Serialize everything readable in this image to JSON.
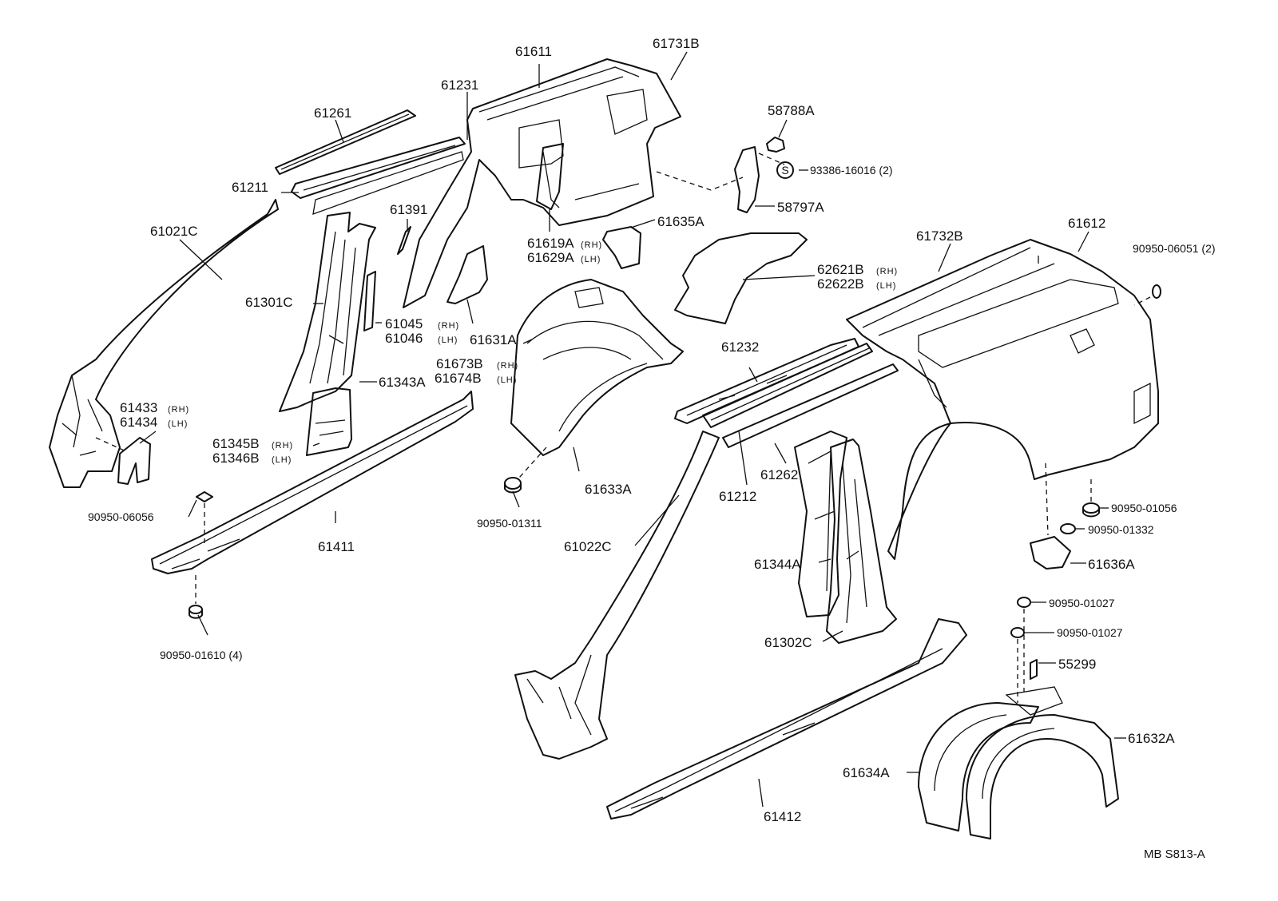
{
  "diagram_code": "MB  S813-A",
  "screw_symbol": "S",
  "labels": {
    "p61611": "61611",
    "p61731B": "61731B",
    "p61231": "61231",
    "p61261": "61261",
    "p61211": "61211",
    "p61021C": "61021C",
    "p61391": "61391",
    "p61301C": "61301C",
    "p61045": "61045",
    "p61046": "61046",
    "p61343A": "61343A",
    "p61433": "61433",
    "p61434": "61434",
    "p61345B": "61345B",
    "p61346B": "61346B",
    "p90950_06056": "90950-06056",
    "p61411": "61411",
    "p90950_01610": "90950-01610 (4)",
    "p61619A": "61619A",
    "p61629A": "61629A",
    "p61635A": "61635A",
    "p61631A": "61631A",
    "p61673B": "61673B",
    "p61674B": "61674B",
    "p61633A": "61633A",
    "p90950_01311": "90950-01311",
    "p58788A": "58788A",
    "p93386": "93386-16016 (2)",
    "p58797A": "58797A",
    "p62621B": "62621B",
    "p62622B": "62622B",
    "p61732B": "61732B",
    "p61612": "61612",
    "p90950_06051": "90950-06051 (2)",
    "p61232": "61232",
    "p61212": "61212",
    "p61262": "61262",
    "p61022C": "61022C",
    "p61344A": "61344A",
    "p61302C": "61302C",
    "p90950_01056": "90950-01056",
    "p90950_01332": "90950-01332",
    "p61636A": "61636A",
    "p90950_01027a": "90950-01027",
    "p90950_01027b": "90950-01027",
    "p55299": "55299",
    "p61632A": "61632A",
    "p61634A": "61634A",
    "p61412": "61412"
  },
  "side": {
    "rh": "(RH)",
    "lh": "(LH)"
  }
}
